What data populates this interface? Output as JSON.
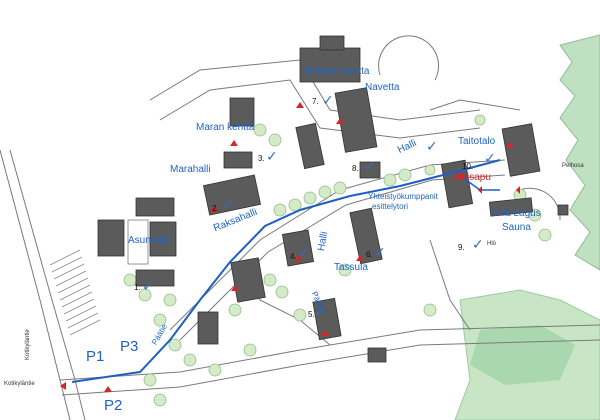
{
  "labels": {
    "robottinavetta": "Robottinavetta",
    "navetta": "Navetta",
    "maran_kentta": "Maran kenttä",
    "halli": "Halli",
    "taitotalo": "Taitotalo",
    "marahalli": "Marahalli",
    "eteisapu": "Eteisapu",
    "raksahalli": "Raksahalli",
    "yhteistyo": "Yhteistyökumppanit",
    "esittelytori": "esittelytori",
    "villa_lagus": "Villa Lagus",
    "sauna": "Sauna",
    "asuntolat": "Asuntolat",
    "tassula": "Tassula",
    "pelhosalmi": "Pelhosa",
    "kotikylantie": "Kotikyläntie",
    "paatie": "Päätie",
    "p1": "P1",
    "p2": "P2",
    "p3": "P3",
    "hlo": "Hlö",
    "kotikylantie_small": "Kotikyläntie"
  },
  "numbers": {
    "n1": "1.",
    "n2": "2.",
    "n3": "3.",
    "n4": "4.",
    "n5": "5.",
    "n6": "6.",
    "n7": "7.",
    "n8": "8.",
    "n9": "9.",
    "n10": "10."
  },
  "icons": {
    "check": "✓"
  },
  "colors": {
    "label_blue": "#1e63c6",
    "route_blue": "#1d5fc2",
    "building": "#5a5a5a",
    "tree_green": "#cfe6c2",
    "water_edge": "#9dc8a6",
    "marker_red": "#d2262b"
  }
}
